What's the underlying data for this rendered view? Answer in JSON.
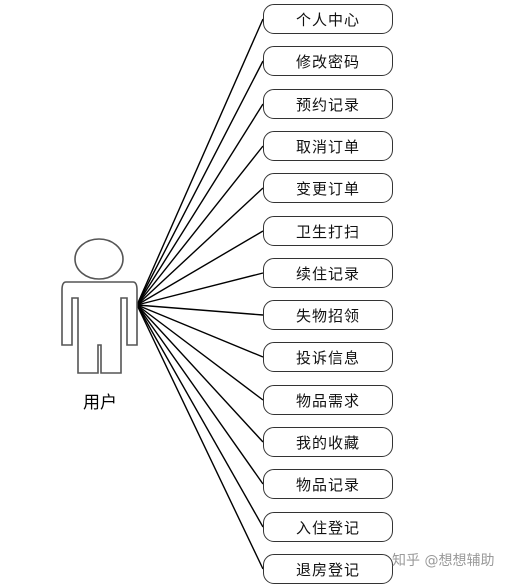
{
  "actor": {
    "label": "用户",
    "icon": "person-icon"
  },
  "use_cases": [
    "个人中心",
    "修改密码",
    "预约记录",
    "取消订单",
    "变更订单",
    "卫生打扫",
    "续住记录",
    "失物招领",
    "投诉信息",
    "物品需求",
    "我的收藏",
    "物品记录",
    "入住登记",
    "退房登记"
  ],
  "watermark": "知乎 @想想辅助",
  "colors": {
    "line": "#000000",
    "border": "#333333",
    "actor_stroke": "#555555",
    "watermark": "#9a9a9a"
  }
}
